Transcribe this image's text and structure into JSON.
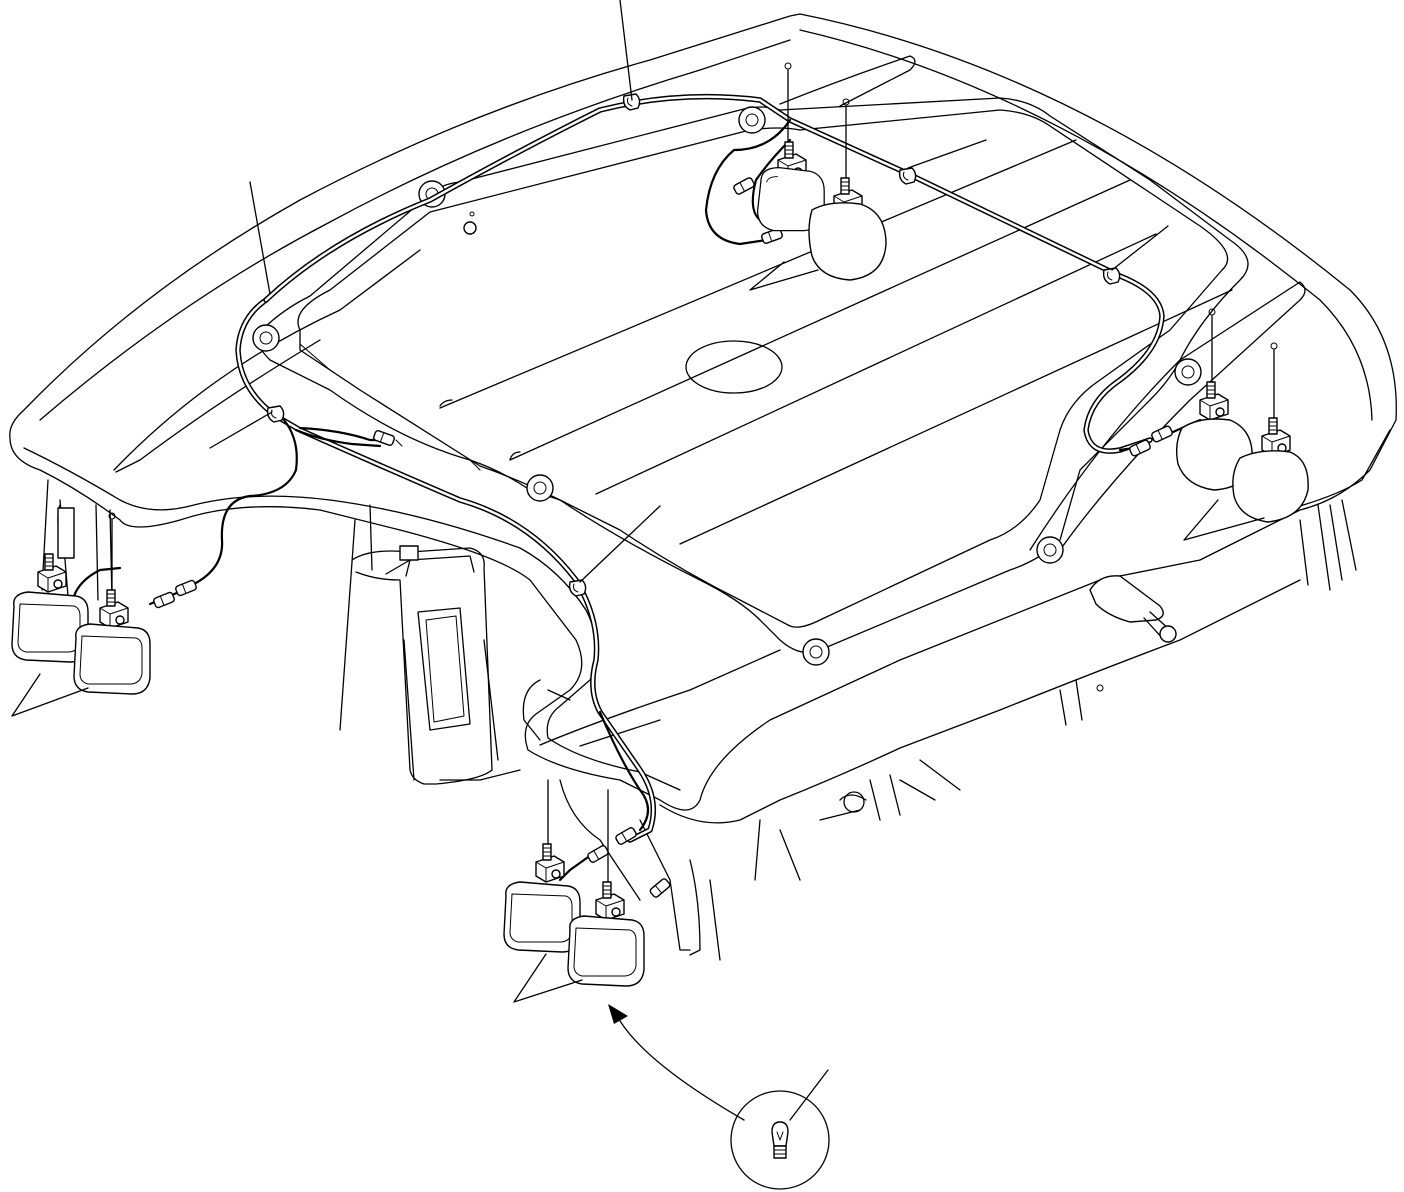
{
  "drawing": {
    "leader_lines": 9,
    "lamp_pairs": 4,
    "detail_callout": "bulb"
  }
}
